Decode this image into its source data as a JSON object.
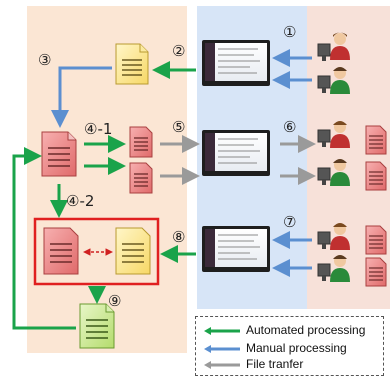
{
  "labels": {
    "step1": "①",
    "step2": "②",
    "step3": "③",
    "step4_1": "④-1",
    "step4_2": "④-2",
    "step5": "⑤",
    "step6": "⑥",
    "step7": "⑦",
    "step8": "⑧",
    "step9": "⑨"
  },
  "legend": {
    "automated": "Automated processing",
    "manual": "Manual processing",
    "transfer": "File tranfer"
  },
  "colors": {
    "automated": "#1aa34a",
    "manual": "#5b8fd0",
    "transfer": "#9a9a9a",
    "highlight": "#e02020",
    "left_panel": "#fbe6d4",
    "middle_panel": "#d7e5f7",
    "right_panel": "#f7e1d9"
  }
}
